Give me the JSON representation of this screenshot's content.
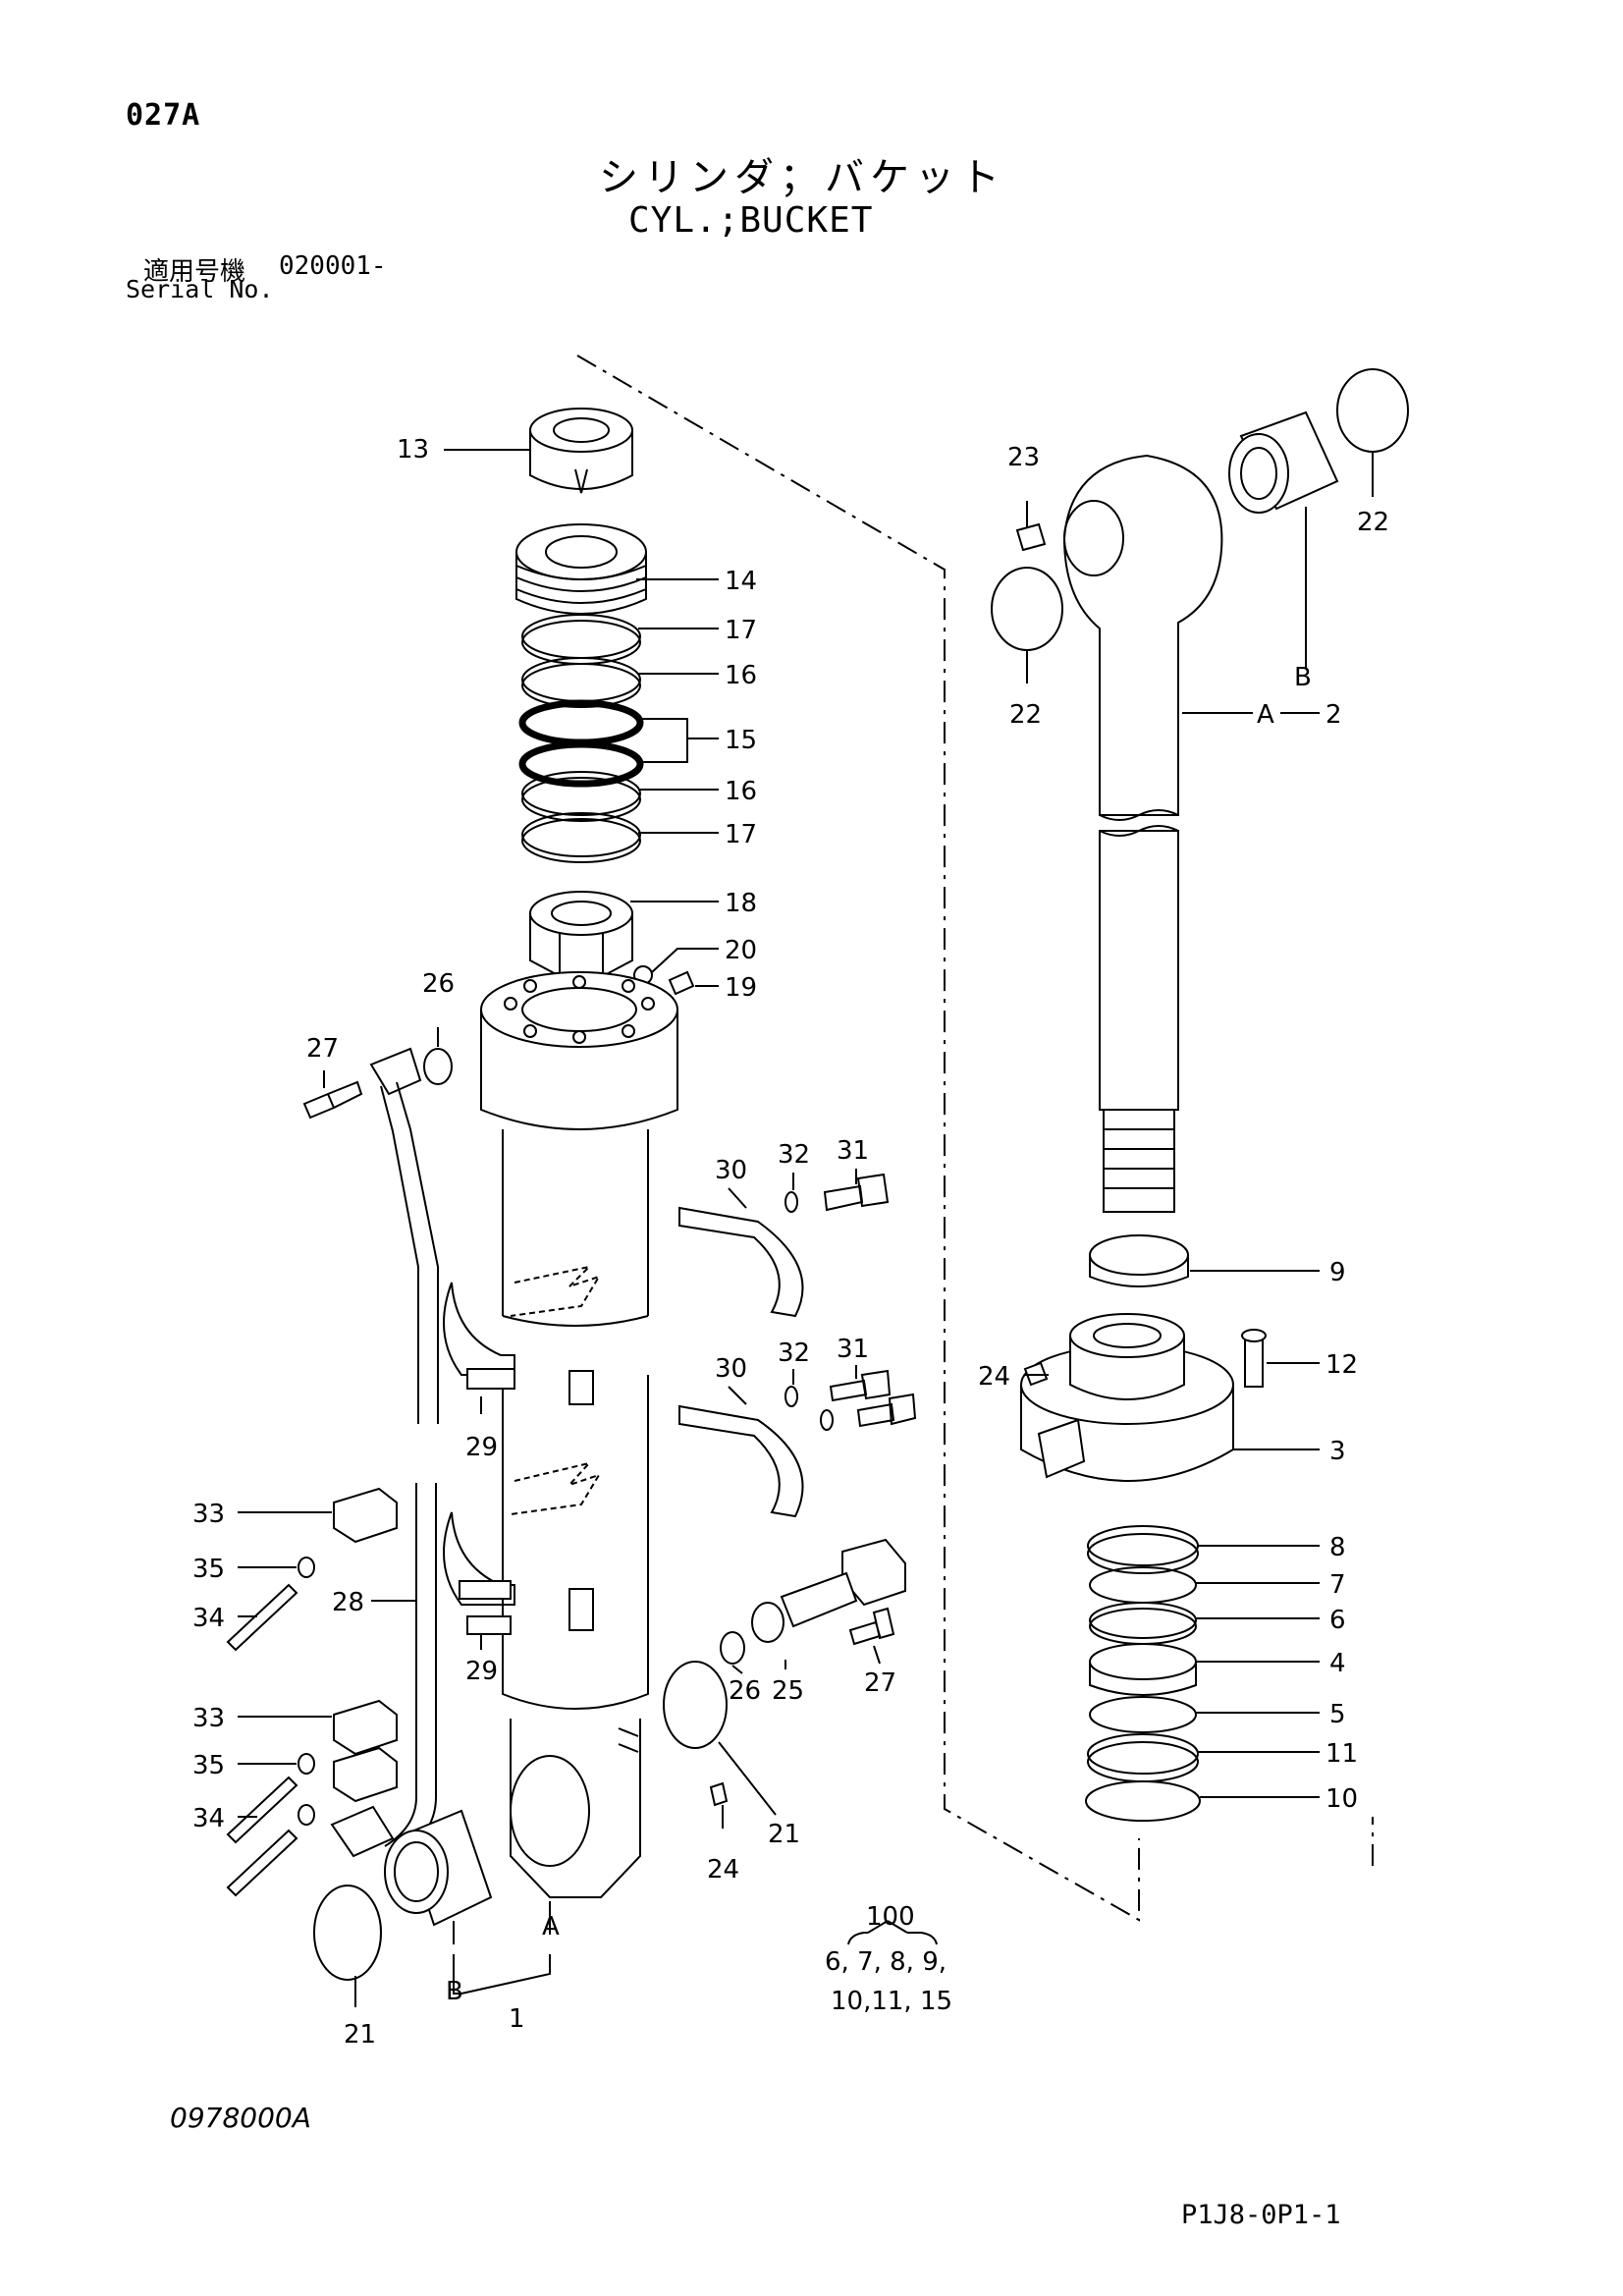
{
  "header": {
    "page_code": "027A",
    "title_jp": "シリンダ；バケット",
    "title_en": "CYL.;BUCKET",
    "serial_label_jp": "適用号機",
    "serial_value": "020001-",
    "serial_label_en": "Serial No."
  },
  "footer": {
    "drawing_number": "0978000A",
    "page_reference": "P1J8-0P1-1"
  },
  "callouts": {
    "p1": "1",
    "p2": "2",
    "p3": "3",
    "p4": "4",
    "p5": "5",
    "p6": "6",
    "p7": "7",
    "p8": "8",
    "p9": "9",
    "p10": "10",
    "p11": "11",
    "p12": "12",
    "p13": "13",
    "p14": "14",
    "p15": "15",
    "p16": "16",
    "p17": "17",
    "p18": "18",
    "p19": "19",
    "p20": "20",
    "p21": "21",
    "p22": "22",
    "p23": "23",
    "p24": "24",
    "p25": "25",
    "p26": "26",
    "p27": "27",
    "p28": "28",
    "p29": "29",
    "p30": "30",
    "p31": "31",
    "p32": "32",
    "p33": "33",
    "p34": "34",
    "p35": "35",
    "letter_a": "A",
    "letter_b": "B"
  },
  "kit": {
    "number": "100",
    "contents_line1": "6, 7, 8, 9,",
    "contents_line2": "10,11, 15"
  }
}
